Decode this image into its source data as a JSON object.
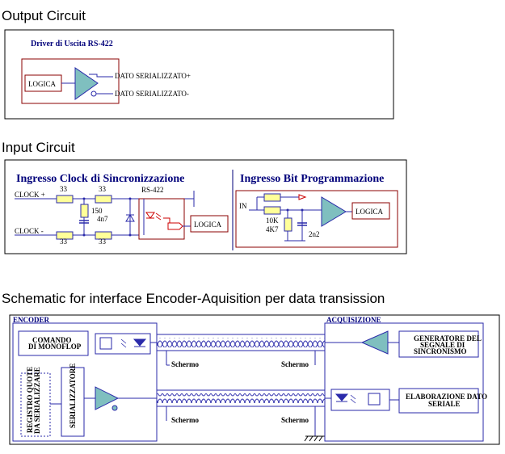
{
  "sections": {
    "output_title": "Output Circuit",
    "input_title": "Input Circuit",
    "schematic_title": "Schematic for interface Encoder-Aquisition per data transission"
  },
  "output_circuit": {
    "heading": "Driver di Uscita RS-422",
    "logic_label": "LOGICA",
    "out_plus": "DATO SERIALIZZATO+",
    "out_minus": "DATO SERIALIZZATO-"
  },
  "input_circuit": {
    "clock_heading": "Ingresso Clock di Sincronizzazione",
    "bit_heading": "Ingresso Bit Programmazione",
    "clock_plus": "CLOCK +",
    "clock_minus": "CLOCK -",
    "r_top_1": "33",
    "r_top_2": "33",
    "r_bot_1": "33",
    "r_bot_2": "33",
    "r_shunt": "150",
    "c_shunt": "4n7",
    "rs422": "RS-422",
    "logic_label_1": "LOGICA",
    "in_label": "IN",
    "r_10k": "10K",
    "r_4k7": "4K7",
    "c_2n2": "2n2",
    "logic_label_2": "LOGICA"
  },
  "schematic": {
    "encoder": "ENCODER",
    "acquisizione": "ACQUISIZIONE",
    "comando_1": "COMANDO",
    "comando_2": "DI MONOFLOP",
    "registro_1": "REGISTRO QUOTE",
    "registro_2": "DA SERIALIZZARE",
    "serializzatore": "SERIALIZZATORE",
    "schermo_1": "Schermo",
    "schermo_2": "Schermo",
    "schermo_3": "Schermo",
    "schermo_4": "Schermo",
    "generatore_1": "GENERATORE DEL",
    "generatore_2": "SEGNALE DI",
    "generatore_3": "SINCRONISMO",
    "elaborazione_1": "ELABORAZIONE DATO",
    "elaborazione_2": "SERIALE"
  },
  "colors": {
    "frame_red": "#8b0000",
    "wire_blue": "#2a2aaa",
    "resistor_fill": "#ffff99",
    "driver_fill": "#7fbfbf",
    "heading_navy": "#00007a"
  }
}
